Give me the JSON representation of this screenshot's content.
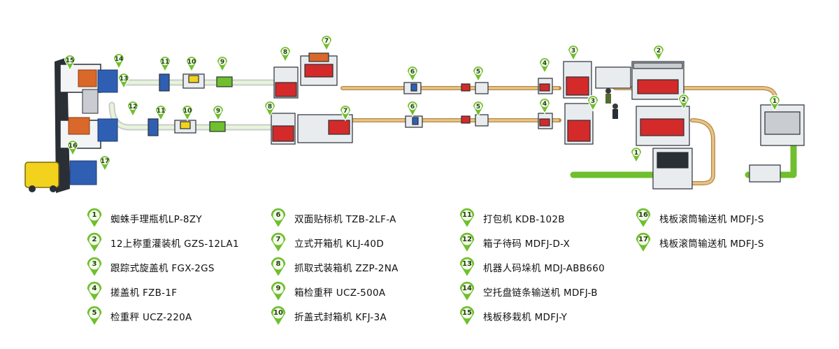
{
  "diagram": {
    "accent_green": "#6fbf2e",
    "conveyor_color": "#e8c48a",
    "machine_color": "#e9ecef",
    "frame_color": "#2a2f36",
    "pallet_color": "#d9682a",
    "red_part_color": "#d42a2a"
  },
  "pins": [
    {
      "label": "15"
    },
    {
      "label": "14"
    },
    {
      "label": "13"
    },
    {
      "label": "11"
    },
    {
      "label": "10"
    },
    {
      "label": "9"
    },
    {
      "label": "8"
    },
    {
      "label": "7"
    },
    {
      "label": "6"
    },
    {
      "label": "5"
    },
    {
      "label": "4"
    },
    {
      "label": "3"
    },
    {
      "label": "2"
    },
    {
      "label": "12"
    },
    {
      "label": "11"
    },
    {
      "label": "10"
    },
    {
      "label": "9"
    },
    {
      "label": "8"
    },
    {
      "label": "7"
    },
    {
      "label": "6"
    },
    {
      "label": "5"
    },
    {
      "label": "4"
    },
    {
      "label": "3"
    },
    {
      "label": "2"
    },
    {
      "label": "1"
    },
    {
      "label": "1"
    },
    {
      "label": "16"
    },
    {
      "label": "17"
    }
  ],
  "legend": [
    {
      "num": "1",
      "text": "蜘蛛手理瓶机LP-8ZY"
    },
    {
      "num": "2",
      "text": "12上称重灌装机 GZS-12LA1"
    },
    {
      "num": "3",
      "text": "跟踪式旋盖机 FGX-2GS"
    },
    {
      "num": "4",
      "text": "搓盖机 FZB-1F"
    },
    {
      "num": "5",
      "text": "检重秤 UCZ-220A"
    },
    {
      "num": "6",
      "text": "双面贴标机 TZB-2LF-A"
    },
    {
      "num": "7",
      "text": "立式开箱机 KLJ-40D"
    },
    {
      "num": "8",
      "text": "抓取式装箱机 ZZP-2NA"
    },
    {
      "num": "9",
      "text": "箱检重秤 UCZ-500A"
    },
    {
      "num": "10",
      "text": "折盖式封箱机 KFJ-3A"
    },
    {
      "num": "11",
      "text": "打包机 KDB-102B"
    },
    {
      "num": "12",
      "text": "箱子待码 MDFJ-D-X"
    },
    {
      "num": "13",
      "text": "机器人码垛机 MDJ-ABB660"
    },
    {
      "num": "14",
      "text": "空托盘链条输送机 MDFJ-B"
    },
    {
      "num": "15",
      "text": "栈板移栽机 MDFJ-Y"
    },
    {
      "num": "16",
      "text": "栈板滚筒输送机 MDFJ-S"
    },
    {
      "num": "17",
      "text": "栈板滚筒输送机 MDFJ-S"
    }
  ]
}
